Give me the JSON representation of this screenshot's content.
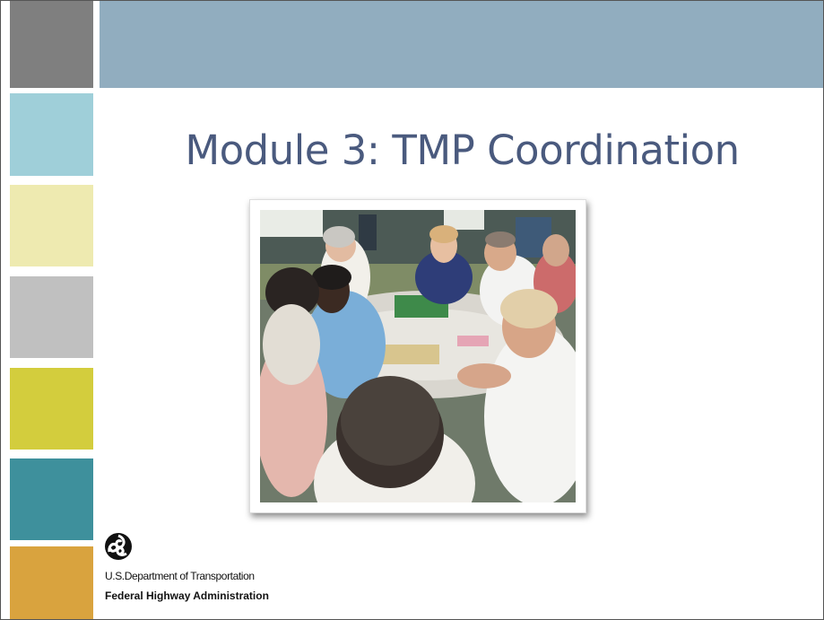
{
  "slide": {
    "title": "Module 3: TMP Coordination",
    "photo_alt": "Group of people seated around a round table in a workshop discussion"
  },
  "sidebar": {
    "tile_colors": [
      "#7f7f7f",
      "#9fcfd9",
      "#eeeab0",
      "#c0c0c0",
      "#d3cd3d",
      "#3e909c",
      "#d9a33e"
    ]
  },
  "header": {
    "band_color": "#91adbf"
  },
  "logo": {
    "department": "U.S.Department of Transportation",
    "administration": "Federal Highway Administration"
  },
  "colors": {
    "title_text": "#4a5a7e"
  }
}
